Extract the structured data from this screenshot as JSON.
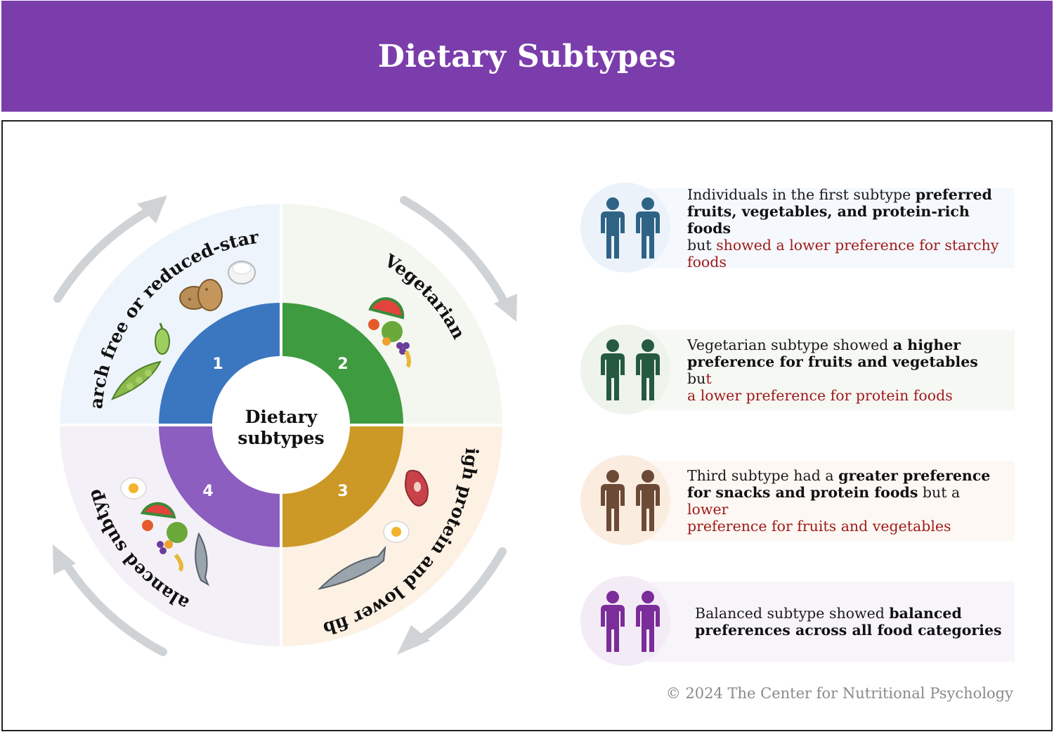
{
  "title": "Dietary Subtypes",
  "wheel": {
    "center_line1": "Dietary",
    "center_line2": "subtypes",
    "segments": [
      {
        "number": "1",
        "label": "Starch free or reduced-starch",
        "color": "#3b76c0",
        "bg": "#eef4fb"
      },
      {
        "number": "2",
        "label": "Vegetarian",
        "color": "#3f9b40",
        "bg": "#f3f7f0"
      },
      {
        "number": "3",
        "label": "High protein and lower fiber",
        "color": "#cc9826",
        "bg": "#fcf1e3"
      },
      {
        "number": "4",
        "label": "Balanced subtype",
        "color": "#8b5ec0",
        "bg": "#f4f0f7"
      }
    ]
  },
  "cards": [
    {
      "icon": "person-pair-icon",
      "color": "#2f6386",
      "circle": "#ebf2f9",
      "band": "#f5f8fc",
      "line1_plain": "Individuals in the first subtype ",
      "line1_bold": "preferred",
      "line2_bold": "fruits, vegetables, and protein-rich foods",
      "line3_plain": "but ",
      "line3_neg": "showed a lower preference for starchy",
      "line4_neg": "foods"
    },
    {
      "icon": "person-pair-icon",
      "color": "#255a40",
      "circle": "#eef3ec",
      "band": "#f6f8f4",
      "line1_plain": "Vegetarian subtype showed ",
      "line1_bold": "a higher",
      "line2_bold": "preference for fruits and vegetables",
      "line2_plain": " bu",
      "line2_neg": "t",
      "line3_neg": "a lower preference for protein foods"
    },
    {
      "icon": "person-pair-icon",
      "color": "#6b4a36",
      "circle": "#fbece0",
      "band": "#fdf8f3",
      "line1_plain": "Third subtype had a ",
      "line1_bold": "greater preference",
      "line2_bold": "for snacks and protein foods",
      "line2_plain": " but a ",
      "line2_neg": "lower",
      "line3_neg": "preference for fruits and vegetables"
    },
    {
      "icon": "person-pair-icon",
      "color": "#7b2d99",
      "circle": "#f3ecf7",
      "band": "#f8f5fa",
      "line1_plain": "Balanced subtype showed ",
      "line1_bold": "balanced",
      "line2_bold": "preferences across all food categories"
    }
  ],
  "copyright": "© 2024 The Center for Nutritional Psychology"
}
